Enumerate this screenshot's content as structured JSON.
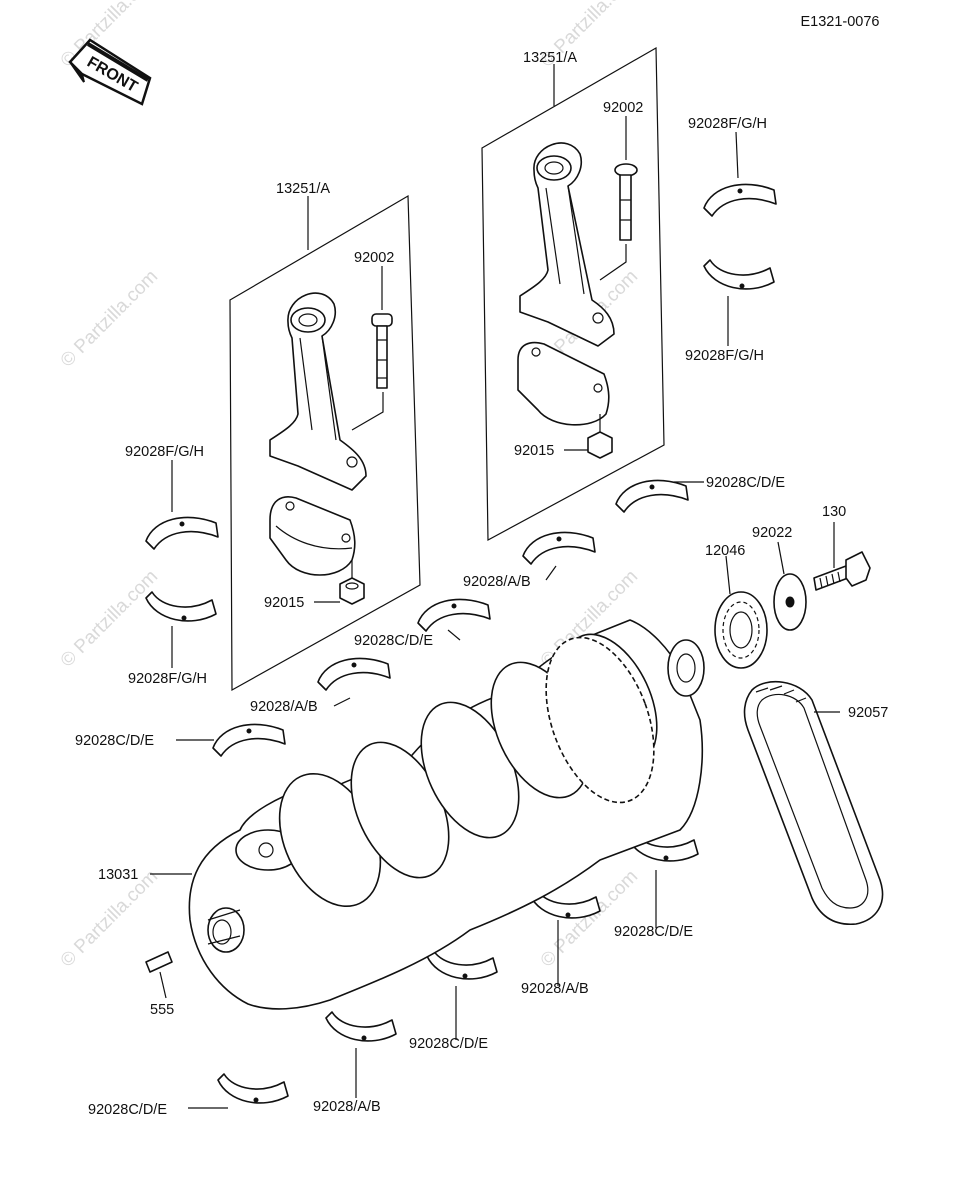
{
  "diagram": {
    "code": "E1321-0076",
    "front_label": "FRONT",
    "watermark": "© Partzilla.com",
    "labels": {
      "rod_right": "13251/A",
      "rod_left": "13251/A",
      "bolt_right": "92002",
      "bolt_left": "92002",
      "nut_right": "92015",
      "nut_left": "92015",
      "shell_tr_upper": "92028F/G/H",
      "shell_tr_lower": "92028F/G/H",
      "shell_l_upper": "92028F/G/H",
      "shell_l_lower": "92028F/G/H",
      "main_cde_1": "92028C/D/E",
      "main_ab_1": "92028/A/B",
      "main_cde_2": "92028C/D/E",
      "main_ab_2": "92028/A/B",
      "main_cde_3": "92028C/D/E",
      "main_cde_4": "92028C/D/E",
      "main_ab_3": "92028/A/B",
      "main_cde_5": "92028C/D/E",
      "main_ab_4": "92028/A/B",
      "main_cde_6": "92028C/D/E",
      "gear": "12046",
      "washer": "92022",
      "bolt": "130",
      "chain": "92057",
      "crankshaft": "13031",
      "pin": "555"
    }
  }
}
